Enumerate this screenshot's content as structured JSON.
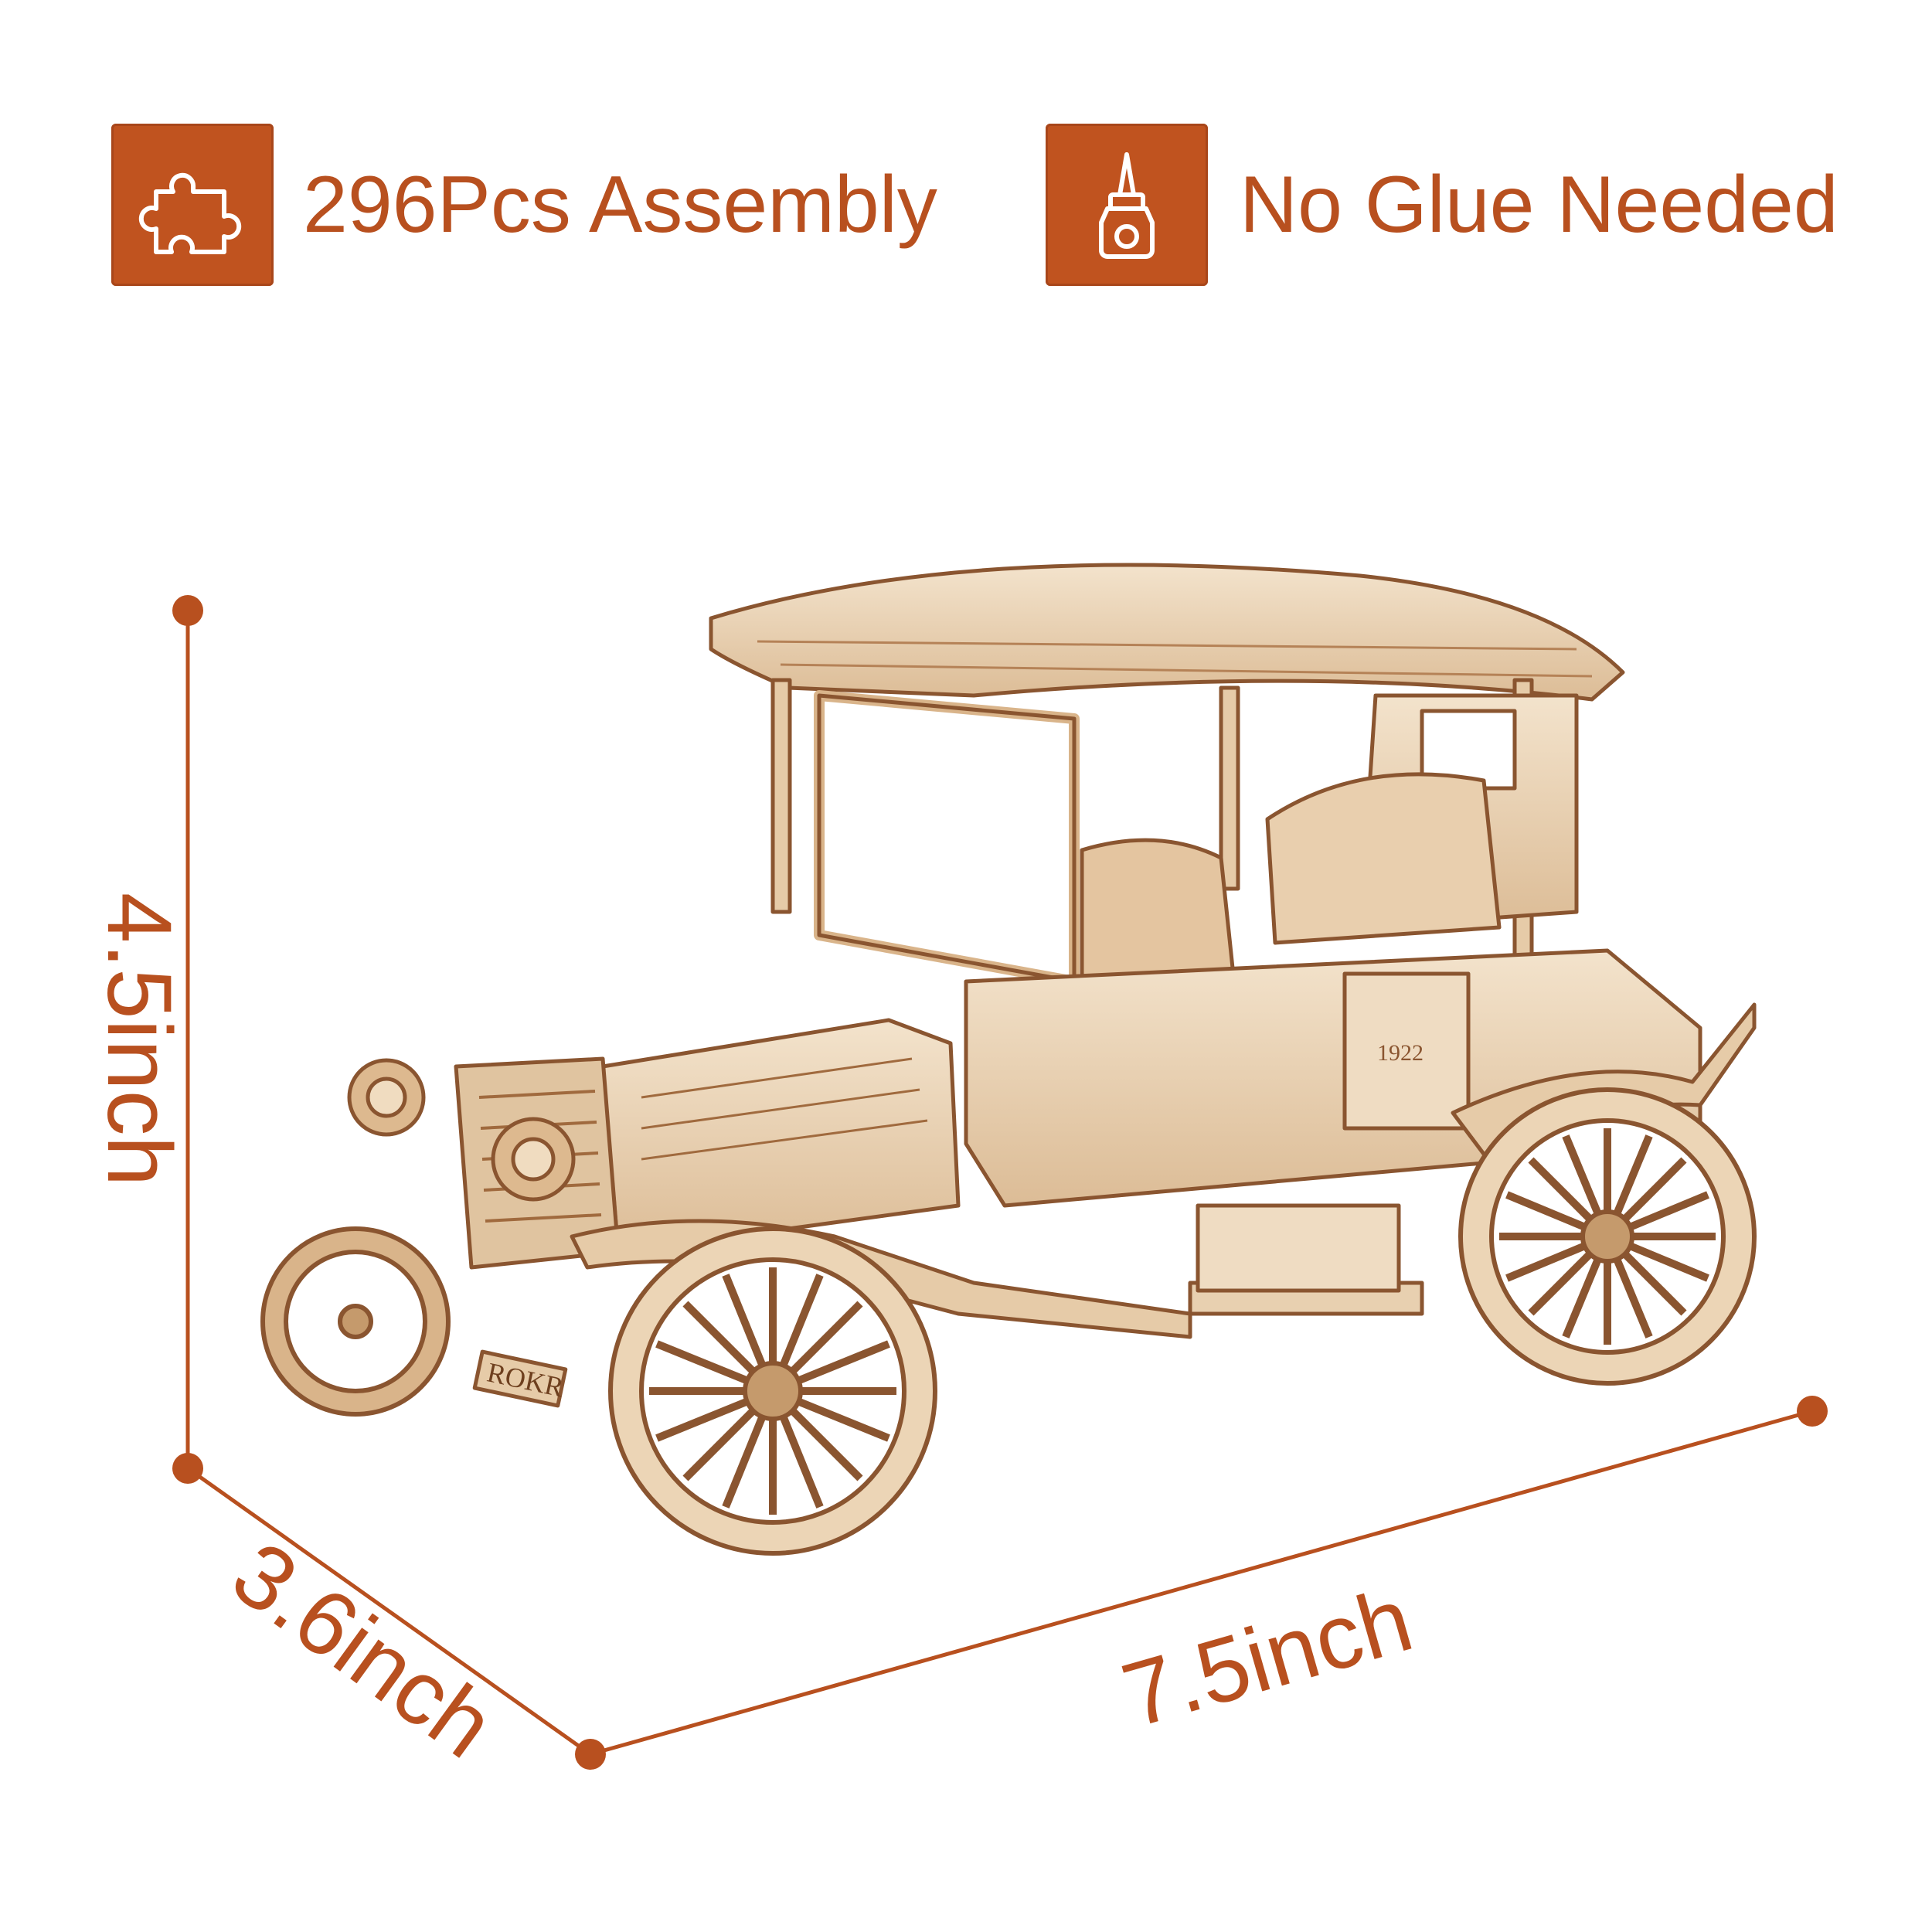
{
  "features": [
    {
      "label": "296Pcs Assembly",
      "icon": "puzzle-piece-icon"
    },
    {
      "label": "No Glue Needed",
      "icon": "glue-bottle-icon"
    }
  ],
  "dimensions": {
    "height": "4.5inch",
    "depth": "3.6inch",
    "length": "7.5inch"
  },
  "model": {
    "plate_text": "ROKR",
    "door_year": "1922"
  },
  "colors": {
    "accent": "#c0531f",
    "text": "#b8501f",
    "wood_light": "#efd9bd",
    "wood_mid": "#d9b48a",
    "wood_dark": "#8a5530"
  }
}
